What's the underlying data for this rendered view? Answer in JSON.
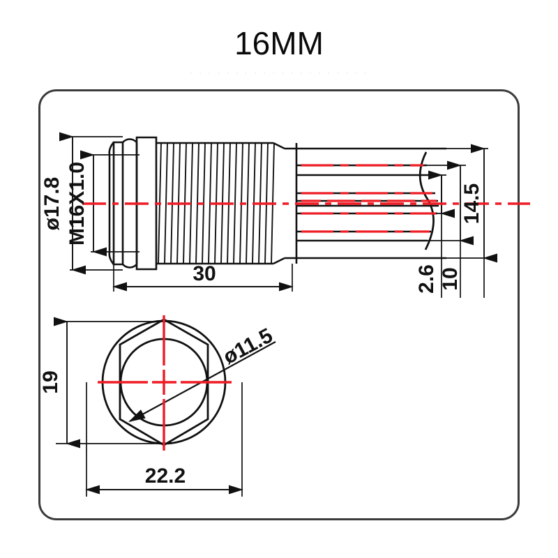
{
  "page": {
    "title": "16MM",
    "ghost_artifact": "· · · · · · · · · · · · · · · · · · · ·",
    "background_color": "#ffffff",
    "card_border_color": "#3b3b3b",
    "line_color": "#111111",
    "centerline_color": "#ee1c25"
  },
  "drawing": {
    "name": "16mm-push-button-switch-dimension-drawing",
    "views": [
      {
        "id": "side-view",
        "label": "side-elevation"
      },
      {
        "id": "front-view",
        "label": "front-hex-view"
      }
    ]
  },
  "dimensions": {
    "side_view": {
      "outer_diameter": "ø17.8",
      "thread_spec": "M16X1.0",
      "thread_length": "30",
      "terminal_block_height": "14.5",
      "terminal_offset": "2.6",
      "terminal_length": "10"
    },
    "front_view": {
      "across_flats": "19",
      "across_corners": "22.2",
      "bore_diameter": "ø11.5"
    }
  },
  "labels": {
    "d17_8": "ø17.8",
    "m16": "M16X1.0",
    "len30": "30",
    "h14_5": "14.5",
    "d2_6": "2.6",
    "l10": "10",
    "w19": "19",
    "w22_2": "22.2",
    "d11_5": "ø11.5"
  }
}
